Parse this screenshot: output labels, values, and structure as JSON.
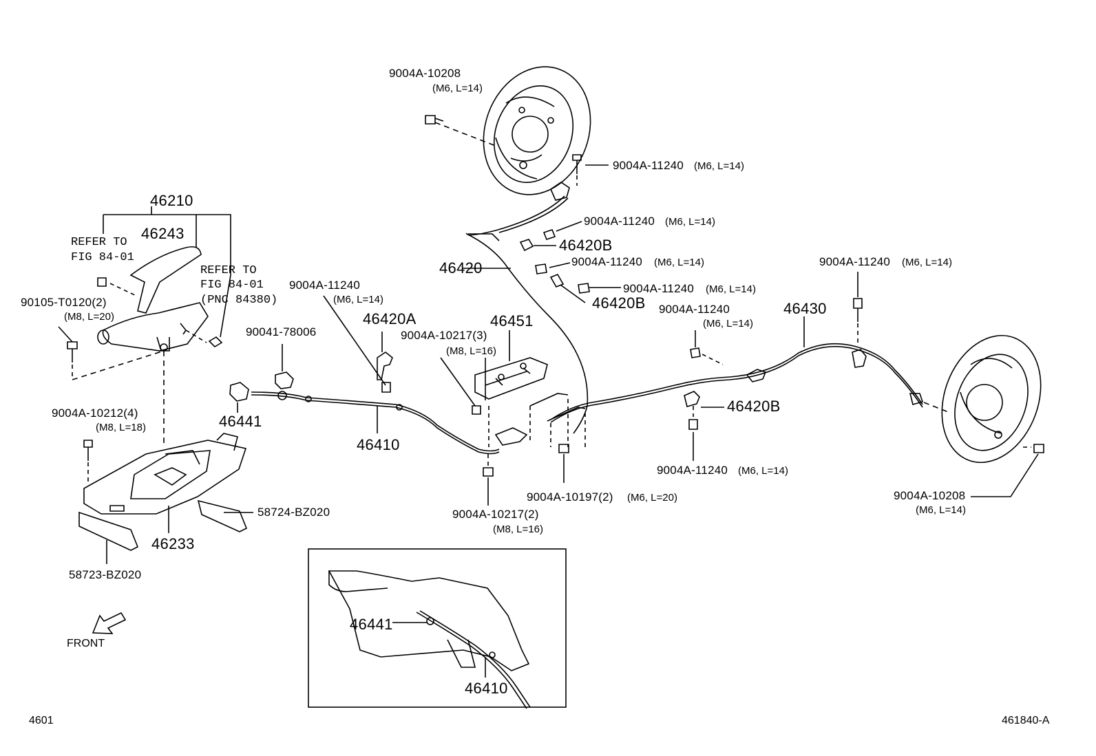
{
  "labels": {
    "bolt_10208_top": "9004A-10208",
    "spec_10208_top": "(M6, L=14)",
    "bolt_11240_r1": "9004A-11240",
    "spec_11240_r1": "(M6, L=14)",
    "bolt_11240_r2": "9004A-11240",
    "spec_11240_r2": "(M6, L=14)",
    "part_46420B_1": "46420B",
    "bolt_11240_r3": "9004A-11240",
    "spec_11240_r3": "(M6, L=14)",
    "bolt_11240_r4": "9004A-11240",
    "spec_11240_r4": "(M6, L=14)",
    "part_46420B_2": "46420B",
    "part_46420": "46420",
    "part_46210": "46210",
    "part_46243": "46243",
    "refer1_line1": "REFER TO",
    "refer1_line2": "FIG 84-01",
    "refer2_line1": "REFER TO",
    "refer2_line2": "FIG 84-01",
    "refer2_line3": "(PNC 84380)",
    "bolt_90105": "90105-T0120(2)",
    "spec_90105": "(M8, L=20)",
    "bolt_11240_mid": "9004A-11240",
    "spec_11240_mid": "(M6, L=14)",
    "part_46420A": "46420A",
    "part_46451": "46451",
    "nut_90041": "90041-78006",
    "bolt_10217_3": "9004A-10217(3)",
    "spec_10217_3": "(M8, L=16)",
    "bolt_11240_rr": "9004A-11240",
    "spec_11240_rr": "(M6, L=14)",
    "part_46430": "46430",
    "bolt_11240_fr": "9004A-11240",
    "spec_11240_fr": "(M6, L=14)",
    "part_46441": "46441",
    "part_46410": "46410",
    "bolt_10212": "9004A-10212(4)",
    "spec_10212": "(M8, L=18)",
    "part_46420B_3": "46420B",
    "bolt_11240_low": "9004A-11240",
    "spec_11240_low": "(M6, L=14)",
    "bolt_10197": "9004A-10197(2)",
    "spec_10197": "(M6, L=20)",
    "bolt_10208_bot": "9004A-10208",
    "spec_10208_bot": "(M6, L=14)",
    "part_58724": "58724-BZ020",
    "part_46233": "46233",
    "bolt_10217_2": "9004A-10217(2)",
    "spec_10217_2": "(M8, L=16)",
    "part_58723": "58723-BZ020",
    "front": "FRONT",
    "inset_46441": "46441",
    "inset_46410": "46410",
    "page_code": "4601",
    "fig_code": "461840-A"
  }
}
